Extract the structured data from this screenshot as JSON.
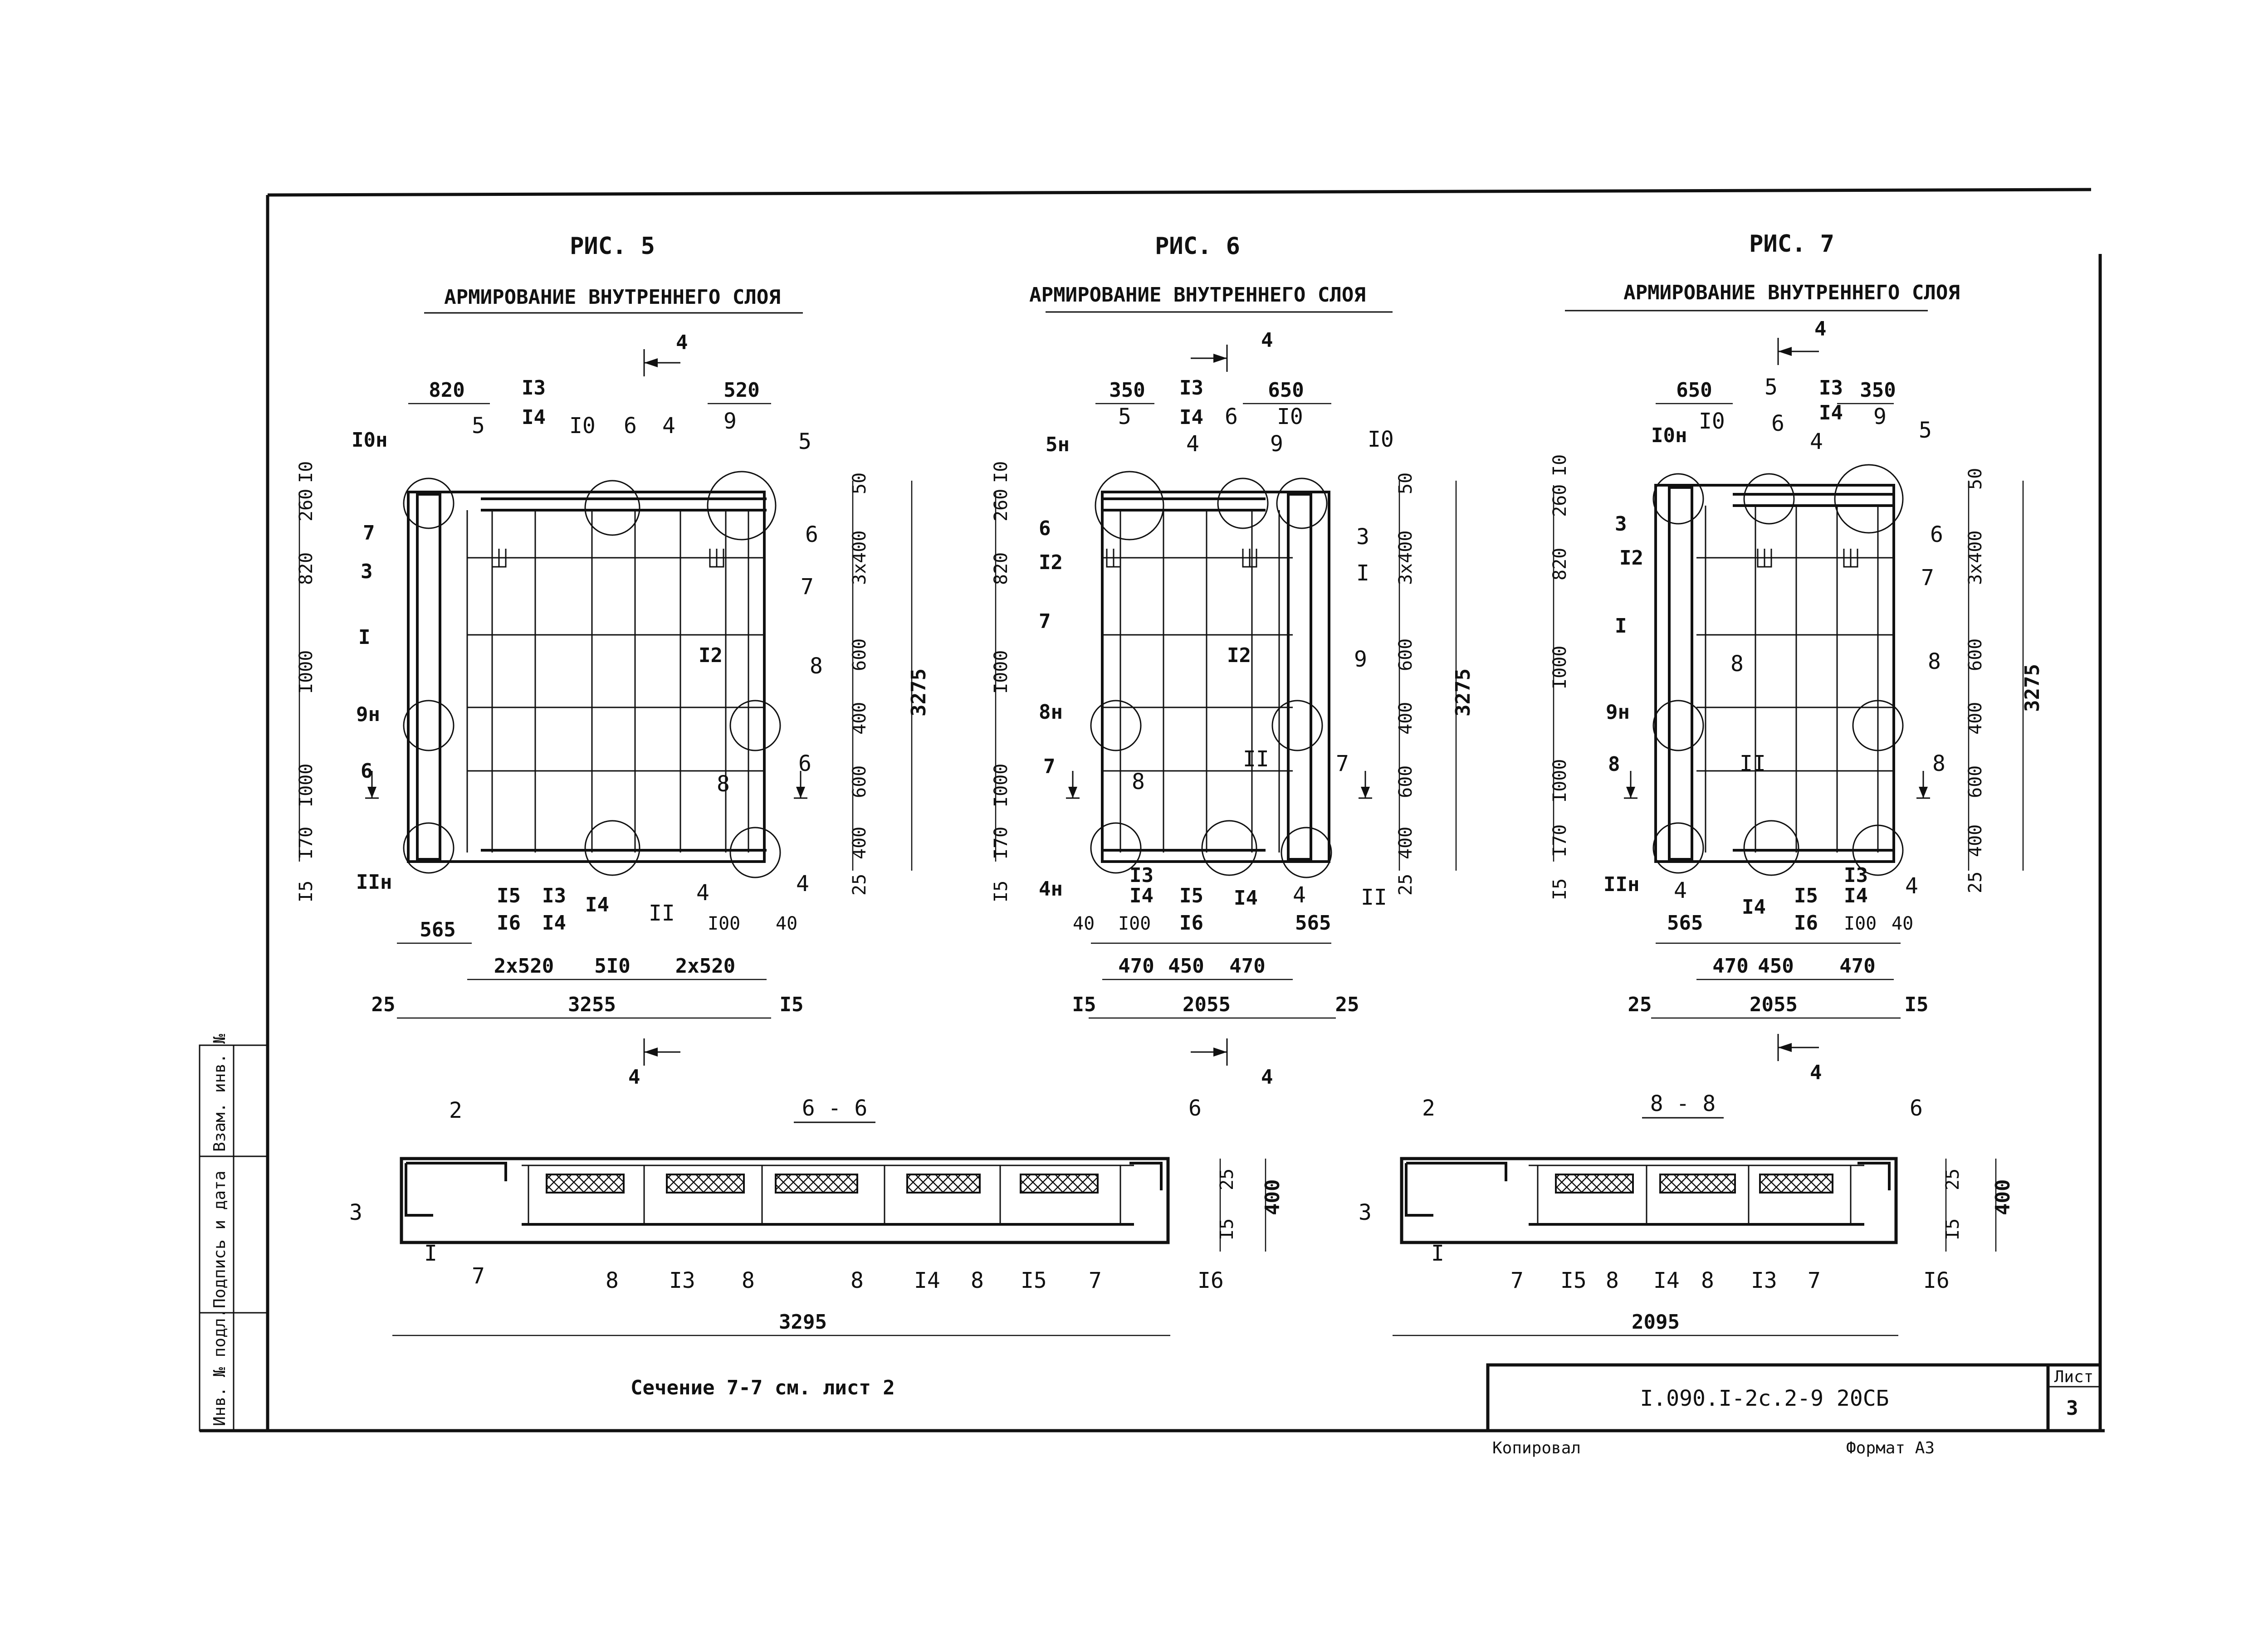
{
  "figures": [
    {
      "fig_label": "РИС. 5",
      "title": "АРМИРОВАНИЕ ВНУТРЕННЕГО СЛОЯ"
    },
    {
      "fig_label": "РИС. 6",
      "title": "АРМИРОВАНИЕ ВНУТРЕННЕГО СЛОЯ"
    },
    {
      "fig_label": "РИС. 7",
      "title": "АРМИРОВАНИЕ ВНУТРЕННЕГО СЛОЯ"
    }
  ],
  "section_mark": "4",
  "fig5": {
    "top_dims": [
      "820",
      "520"
    ],
    "top_labels": [
      "I3",
      "I4",
      "5",
      "I0",
      "6",
      "4",
      "9",
      "5"
    ],
    "left_labels": [
      "I0н",
      "7",
      "3",
      "I",
      "9н",
      "6",
      "IIн"
    ],
    "left_dims": [
      "I0",
      "260",
      "820",
      "I000",
      "I000",
      "I70",
      "I5"
    ],
    "right_labels": [
      "6",
      "7",
      "I2",
      "8",
      "6",
      "4"
    ],
    "right_dims": [
      "50",
      "3x400",
      "600",
      "400",
      "600",
      "400",
      "25"
    ],
    "overall_height": "3275",
    "inner_labels": [
      "8"
    ],
    "bottom_labels": [
      "I5",
      "I6",
      "I3",
      "I4",
      "I4",
      "II",
      "4",
      "I00",
      "40"
    ],
    "bottom_dims_1": [
      "565"
    ],
    "bottom_dims_2": [
      "2x520",
      "5I0",
      "2x520"
    ],
    "bottom_dims_3": [
      "25",
      "3255",
      "I5"
    ]
  },
  "fig6": {
    "top_dims": [
      "350",
      "650"
    ],
    "top_labels": [
      "I3",
      "I4",
      "5н",
      "5",
      "4",
      "6",
      "I0",
      "9",
      "I0"
    ],
    "left_labels": [
      "6",
      "I2",
      "7",
      "8н",
      "7",
      "4н"
    ],
    "left_dims": [
      "I0",
      "260",
      "820",
      "I000",
      "I000",
      "I70",
      "I5"
    ],
    "right_labels": [
      "3",
      "I",
      "9",
      "7"
    ],
    "right_dims": [
      "50",
      "3x400",
      "600",
      "400",
      "600",
      "400",
      "25"
    ],
    "overall_height": "3275",
    "inner_labels": [
      "I2",
      "II",
      "8"
    ],
    "bottom_labels": [
      "I3",
      "I4",
      "I5",
      "I6",
      "I4",
      "4",
      "II"
    ],
    "bottom_dims_1": [
      "40",
      "I00",
      "565"
    ],
    "bottom_dims_2": [
      "470",
      "450",
      "470"
    ],
    "bottom_dims_3": [
      "I5",
      "2055",
      "25"
    ]
  },
  "fig7": {
    "top_dims": [
      "650",
      "350"
    ],
    "top_labels": [
      "5",
      "I3",
      "I4",
      "I0н",
      "I0",
      "6",
      "4",
      "9",
      "5"
    ],
    "left_labels": [
      "3",
      "I2",
      "I",
      "9н",
      "8",
      "IIн"
    ],
    "left_dims": [
      "I0",
      "260",
      "820",
      "I000",
      "I000",
      "I70",
      "I5"
    ],
    "right_labels": [
      "6",
      "7",
      "8",
      "8"
    ],
    "right_dims": [
      "50",
      "3x400",
      "600",
      "400",
      "600",
      "400",
      "25"
    ],
    "overall_height": "3275",
    "inner_labels": [
      "8",
      "II"
    ],
    "bottom_labels": [
      "4",
      "I4",
      "I5",
      "I6",
      "I3",
      "I4",
      "4"
    ],
    "bottom_dims_1": [
      "565",
      "I00",
      "40"
    ],
    "bottom_dims_2": [
      "470",
      "450",
      "470"
    ],
    "bottom_dims_3": [
      "25",
      "2055",
      "I5"
    ]
  },
  "section66": {
    "title": "6 - 6",
    "labels": [
      "2",
      "6",
      "3",
      "I",
      "7",
      "8",
      "I3",
      "8",
      "8",
      "I4",
      "8",
      "I5",
      "7",
      "I6"
    ],
    "dims_right": [
      "25",
      "400",
      "I5"
    ],
    "length": "3295"
  },
  "section88": {
    "title": "8 - 8",
    "labels": [
      "2",
      "6",
      "3",
      "I",
      "7",
      "I5",
      "8",
      "I4",
      "8",
      "I3",
      "7",
      "I6"
    ],
    "dims_right": [
      "25",
      "400",
      "I5"
    ],
    "length": "2095"
  },
  "note": "Сечение 7-7 см. лист 2",
  "side_stamp": [
    "Взам. инв. №",
    "Подпись и дата",
    "Инв. № подл."
  ],
  "title_block": {
    "doc_code": "I.090.I-2с.2-9 20СБ",
    "sheet_label": "Лист",
    "sheet_number": "3"
  },
  "footer": {
    "left": "Копировал",
    "right": "Формат А3"
  }
}
